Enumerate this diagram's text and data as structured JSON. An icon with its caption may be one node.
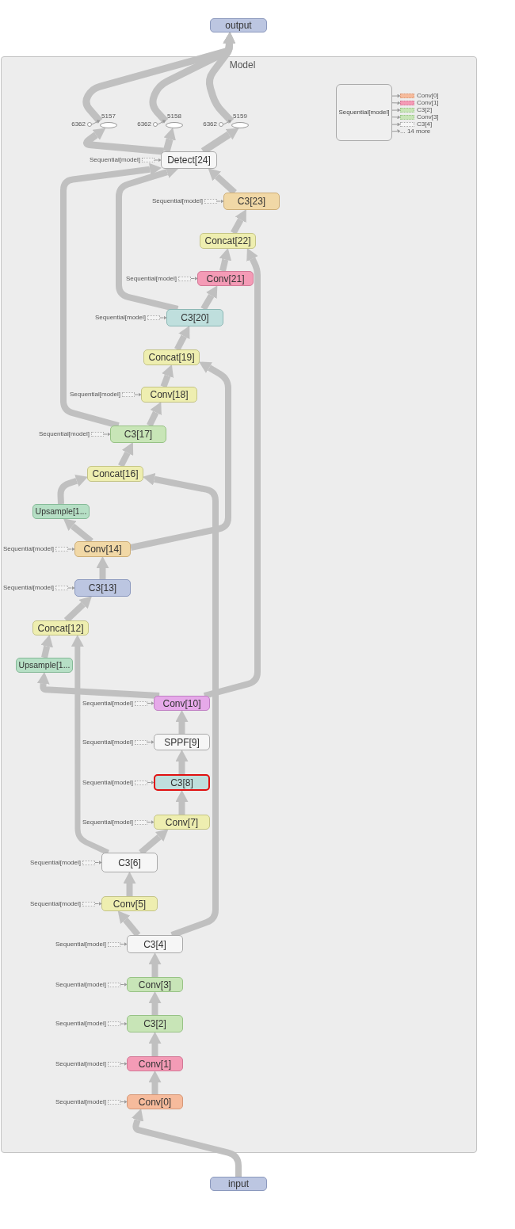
{
  "diagram": {
    "nodes": [
      {
        "text": [
          "output"
        ]
      },
      {
        "text": [
          "Model"
        ]
      },
      {
        "text": [
          "Sequential[model]"
        ],
        "in": 1
      },
      {
        "text": [],
        "shape": "box",
        "beside": [
          "Conv[0]"
        ],
        "in": 1
      },
      {
        "text": [],
        "shape": "box",
        "beside": [
          "Conv[1]"
        ],
        "in": 1
      },
      {
        "text": [],
        "shape": "box",
        "beside": [
          "C3[2]"
        ],
        "in": 1
      },
      {
        "text": [],
        "shape": "box",
        "beside": [
          "Conv[3]"
        ],
        "in": 1
      },
      {
        "text": [],
        "shape": "box",
        "beside": [
          "C3[4]"
        ],
        "in": 1
      },
      {
        "text": [
          "... 14 more"
        ],
        "in": 1
      },
      {
        "text": [],
        "shape": "circle",
        "beside": [
          "6362"
        ],
        "in": 1
      },
      {
        "text": [
          "5157"
        ],
        "in": 1
      },
      {
        "text": [],
        "shape": "circle",
        "beside": [
          "6362"
        ],
        "in": 1
      },
      {
        "text": [
          "5158"
        ],
        "in": 1
      },
      {
        "text": [],
        "shape": "circle",
        "beside": [
          "6362"
        ],
        "in": 1
      },
      {
        "text": [
          "5159"
        ],
        "in": 1
      },
      {
        "text": [],
        "shape": "box",
        "beside": [
          "Sequential[model]"
        ],
        "in": 1
      },
      {
        "text": [
          "Detect[24]"
        ],
        "in": 1
      },
      {
        "text": [],
        "shape": "box",
        "beside": [
          "Sequential[model]"
        ],
        "in": 1
      },
      {
        "text": [
          "C3[23]"
        ],
        "in": 1
      },
      {
        "text": [
          "Concat[22]"
        ],
        "in": 1
      },
      {
        "text": [],
        "shape": "box",
        "beside": [
          "Sequential[model]"
        ],
        "in": 1
      },
      {
        "text": [
          "Conv[21]"
        ],
        "in": 1
      },
      {
        "text": [],
        "shape": "box",
        "beside": [
          "Sequential[model]"
        ],
        "in": 1
      },
      {
        "text": [
          "C3[20]"
        ],
        "in": 1
      },
      {
        "text": [
          "Concat[19]"
        ],
        "in": 1
      },
      {
        "text": [],
        "shape": "box",
        "beside": [
          "Sequential[model]"
        ],
        "in": 1
      },
      {
        "text": [
          "Conv[18]"
        ],
        "in": 1
      },
      {
        "text": [],
        "shape": "box",
        "beside": [
          "Sequential[model]"
        ],
        "in": 1
      },
      {
        "text": [
          "C3[17]"
        ],
        "in": 1
      },
      {
        "text": [
          "Concat[16]"
        ],
        "in": 1
      },
      {
        "text": [
          "Upsample[1..."
        ],
        "in": 1
      },
      {
        "text": [],
        "shape": "box",
        "beside": [
          "Sequential[model]"
        ],
        "in": 1
      },
      {
        "text": [
          "Conv[14]"
        ],
        "in": 1
      },
      {
        "text": [],
        "shape": "box",
        "beside": [
          "Sequential[model]"
        ],
        "in": 1
      },
      {
        "text": [
          "C3[13]"
        ],
        "in": 1
      },
      {
        "text": [
          "Concat[12]"
        ],
        "in": 1
      },
      {
        "text": [
          "Upsample[1..."
        ],
        "in": 1
      },
      {
        "text": [],
        "shape": "box",
        "beside": [
          "Sequential[model]"
        ],
        "in": 1
      },
      {
        "text": [
          "Conv[10]"
        ],
        "in": 1
      },
      {
        "text": [],
        "shape": "box",
        "beside": [
          "Sequential[model]"
        ],
        "in": 1
      },
      {
        "text": [
          "SPPF[9]"
        ],
        "in": 1
      },
      {
        "text": [],
        "shape": "box",
        "beside": [
          "Sequential[model]"
        ],
        "in": 1
      },
      {
        "text": [
          "C3[8]"
        ],
        "in": 1
      },
      {
        "text": [],
        "shape": "box",
        "beside": [
          "Sequential[model]"
        ],
        "in": 1
      },
      {
        "text": [
          "Conv[7]"
        ],
        "in": 1
      },
      {
        "text": [],
        "shape": "box",
        "beside": [
          "Sequential[model]"
        ],
        "in": 1
      },
      {
        "text": [
          "C3[6]"
        ],
        "in": 1
      },
      {
        "text": [],
        "shape": "box",
        "beside": [
          "Sequential[model]"
        ],
        "in": 1
      },
      {
        "text": [
          "Conv[5]"
        ],
        "in": 1
      },
      {
        "text": [],
        "shape": "box",
        "beside": [
          "Sequential[model]"
        ],
        "in": 1
      },
      {
        "text": [
          "C3[4]"
        ],
        "in": 1
      },
      {
        "text": [],
        "shape": "box",
        "beside": [
          "Sequential[model]"
        ],
        "in": 1
      },
      {
        "text": [
          "Conv[3]"
        ],
        "in": 1
      },
      {
        "text": [],
        "shape": "box",
        "beside": [
          "Sequential[model]"
        ],
        "in": 1
      },
      {
        "text": [
          "C3[2]"
        ],
        "in": 1
      },
      {
        "text": [],
        "shape": "box",
        "beside": [
          "Sequential[model]"
        ],
        "in": 1
      },
      {
        "text": [
          "Conv[1]"
        ],
        "in": 1
      },
      {
        "text": [],
        "shape": "box",
        "beside": [
          "Sequential[model]"
        ],
        "in": 1
      },
      {
        "text": [
          "Conv[0]"
        ],
        "in": 1
      },
      {
        "text": [
          "input"
        ]
      }
    ],
    "edges": [
      {
        "from": 59,
        "to": 58,
        "arrow": "to"
      },
      {
        "from": 58,
        "to": 56,
        "arrow": "to"
      },
      {
        "from": 56,
        "to": 54,
        "arrow": "to"
      },
      {
        "from": 54,
        "to": 52,
        "arrow": "to"
      },
      {
        "from": 52,
        "to": 50,
        "arrow": "to"
      },
      {
        "from": 50,
        "to": 48,
        "arrow": "to"
      },
      {
        "from": 50,
        "to": 29,
        "arrow": "to"
      },
      {
        "from": 48,
        "to": 46,
        "arrow": "to"
      },
      {
        "from": 46,
        "to": 44,
        "arrow": "to"
      },
      {
        "from": 46,
        "to": 35,
        "arrow": "to"
      },
      {
        "from": 44,
        "to": 42,
        "arrow": "to"
      },
      {
        "from": 42,
        "to": 40,
        "arrow": "to"
      },
      {
        "from": 40,
        "to": 38,
        "arrow": "to"
      },
      {
        "from": 38,
        "to": 36,
        "arrow": "to"
      },
      {
        "from": 38,
        "to": 19,
        "arrow": "to"
      },
      {
        "from": 36,
        "to": 35,
        "arrow": "to"
      },
      {
        "from": 35,
        "to": 34,
        "arrow": "to"
      },
      {
        "from": 34,
        "to": 32,
        "arrow": "to"
      },
      {
        "from": 32,
        "to": 30,
        "arrow": "to"
      },
      {
        "from": 32,
        "to": 24,
        "arrow": "to"
      },
      {
        "from": 30,
        "to": 29,
        "arrow": "to"
      },
      {
        "from": 29,
        "to": 28,
        "arrow": "to"
      },
      {
        "from": 28,
        "to": 26,
        "arrow": "to"
      },
      {
        "from": 28,
        "to": 16,
        "arrow": "to"
      },
      {
        "from": 26,
        "to": 24,
        "arrow": "to"
      },
      {
        "from": 24,
        "to": 23,
        "arrow": "to"
      },
      {
        "from": 23,
        "to": 21,
        "arrow": "to"
      },
      {
        "from": 23,
        "to": 16,
        "arrow": "to"
      },
      {
        "from": 21,
        "to": 19,
        "arrow": "to"
      },
      {
        "from": 19,
        "to": 18,
        "arrow": "to"
      },
      {
        "from": 18,
        "to": 16,
        "arrow": "to"
      },
      {
        "from": 16,
        "to": 10,
        "arrow": "to"
      },
      {
        "from": 16,
        "to": 12,
        "arrow": "to"
      },
      {
        "from": 16,
        "to": 14,
        "arrow": "to"
      },
      {
        "from": 10,
        "to": 0,
        "arrow": "to"
      },
      {
        "from": 12,
        "to": 0,
        "arrow": "to"
      },
      {
        "from": 14,
        "to": 0,
        "arrow": "to"
      },
      {
        "from": 9,
        "to": 10,
        "arrow": "to",
        "color": "#9a9a9a"
      },
      {
        "from": 11,
        "to": 12,
        "arrow": "to",
        "color": "#9a9a9a"
      },
      {
        "from": 13,
        "to": 14,
        "arrow": "to",
        "color": "#9a9a9a"
      },
      {
        "from": 2,
        "to": 3,
        "arrow": "to",
        "color": "#9a9a9a"
      },
      {
        "from": 2,
        "to": 4,
        "arrow": "to",
        "color": "#9a9a9a"
      },
      {
        "from": 2,
        "to": 5,
        "arrow": "to",
        "color": "#9a9a9a"
      },
      {
        "from": 2,
        "to": 6,
        "arrow": "to",
        "color": "#9a9a9a"
      },
      {
        "from": 2,
        "to": 7,
        "arrow": "to",
        "color": "#9a9a9a"
      },
      {
        "from": 2,
        "to": 8,
        "arrow": "to",
        "color": "#9a9a9a"
      },
      {
        "from": 15,
        "to": 16,
        "arrow": "to",
        "color": "#9a9a9a"
      },
      {
        "from": 17,
        "to": 18,
        "arrow": "to",
        "color": "#9a9a9a"
      },
      {
        "from": 20,
        "to": 21,
        "arrow": "to",
        "color": "#9a9a9a"
      },
      {
        "from": 22,
        "to": 23,
        "arrow": "to",
        "color": "#9a9a9a"
      },
      {
        "from": 25,
        "to": 26,
        "arrow": "to",
        "color": "#9a9a9a"
      },
      {
        "from": 27,
        "to": 28,
        "arrow": "to",
        "color": "#9a9a9a"
      },
      {
        "from": 31,
        "to": 32,
        "arrow": "to",
        "color": "#9a9a9a"
      },
      {
        "from": 33,
        "to": 34,
        "arrow": "to",
        "color": "#9a9a9a"
      },
      {
        "from": 37,
        "to": 38,
        "arrow": "to",
        "color": "#9a9a9a"
      },
      {
        "from": 39,
        "to": 40,
        "arrow": "to",
        "color": "#9a9a9a"
      },
      {
        "from": 41,
        "to": 42,
        "arrow": "to",
        "color": "#9a9a9a"
      },
      {
        "from": 43,
        "to": 44,
        "arrow": "to",
        "color": "#9a9a9a"
      },
      {
        "from": 45,
        "to": 46,
        "arrow": "to",
        "color": "#9a9a9a"
      },
      {
        "from": 47,
        "to": 48,
        "arrow": "to",
        "color": "#9a9a9a"
      },
      {
        "from": 49,
        "to": 50,
        "arrow": "to",
        "color": "#9a9a9a"
      },
      {
        "from": 51,
        "to": 52,
        "arrow": "to",
        "color": "#9a9a9a"
      },
      {
        "from": 53,
        "to": 54,
        "arrow": "to",
        "color": "#9a9a9a"
      },
      {
        "from": 55,
        "to": 56,
        "arrow": "to",
        "color": "#9a9a9a"
      },
      {
        "from": 57,
        "to": 58,
        "arrow": "to",
        "color": "#9a9a9a"
      }
    ]
  }
}
